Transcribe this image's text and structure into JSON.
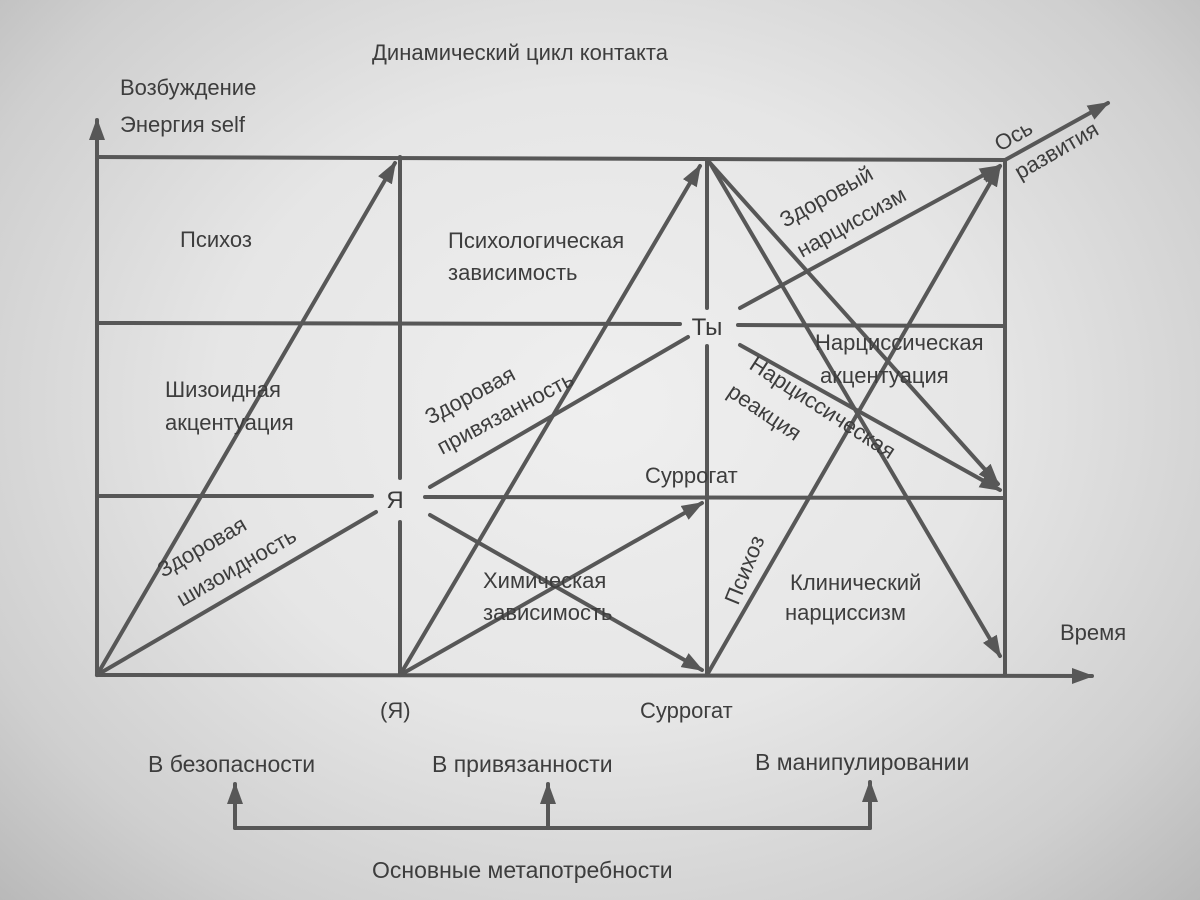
{
  "title": "Динамический цикл контакта",
  "y_axis": {
    "line1": "Возбуждение",
    "line2": "Энергия self"
  },
  "x_axis": {
    "label": "Время"
  },
  "development_axis": {
    "line1": "Ось",
    "line2": "развития"
  },
  "nodes": {
    "self": "Я",
    "you": "Ты",
    "self_bottom": "(Я)",
    "surrogate_mid": "Суррогат",
    "surrogate_bottom": "Суррогат"
  },
  "cells": {
    "psychosis": "Психоз",
    "psych_dependence": [
      "Психологическая",
      "зависимость"
    ],
    "schizoid_accent": [
      "Шизоидная",
      "акцентуация"
    ],
    "healthy_schizoid": [
      "Здоровая",
      "шизоидность"
    ],
    "healthy_attachment": [
      "Здоровая",
      "привязанность"
    ],
    "chemical_dependence": [
      "Химическая",
      "зависимость"
    ],
    "healthy_narcissism": [
      "Здоровый",
      "нарциссизм"
    ],
    "narcissistic_accent": [
      "Нарциссическая",
      "акцентуация"
    ],
    "narcissistic_reaction": [
      "Нарциссическая",
      "реакция"
    ],
    "psychosis_right": "Психоз",
    "clinical_narcissism": [
      "Клинический",
      "нарциссизм"
    ]
  },
  "metaneeds": {
    "items": [
      "В безопасности",
      "В привязанности",
      "В манипулировании"
    ],
    "caption": "Основные метапотребности"
  }
}
